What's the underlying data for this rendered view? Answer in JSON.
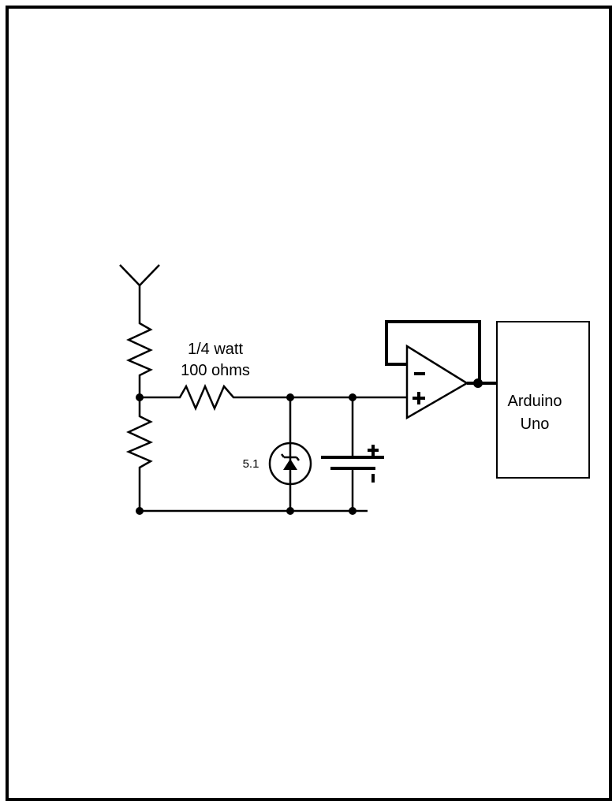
{
  "diagram": {
    "resistor_label_line1": "1/4 watt",
    "resistor_label_line2": "100 ohms",
    "zener_label": "5.1",
    "opamp_minus": "-",
    "opamp_plus": "+",
    "cap_plus": "+",
    "cap_minus": "-",
    "box_label_line1": "Arduino",
    "box_label_line2": "Uno"
  }
}
